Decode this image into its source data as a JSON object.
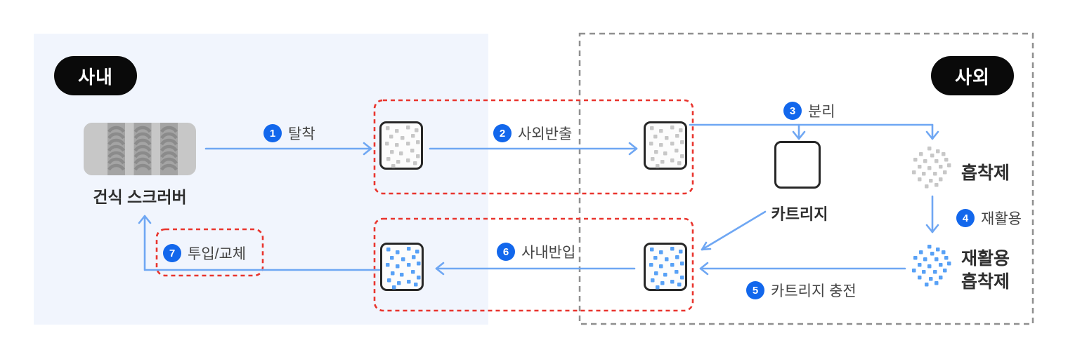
{
  "zones": {
    "inhouse_badge": "사내",
    "external_badge": "사외"
  },
  "scrubber": {
    "label": "건식 스크러버"
  },
  "steps": [
    {
      "num": "1",
      "label": "탈착"
    },
    {
      "num": "2",
      "label": "사외반출"
    },
    {
      "num": "3",
      "label": "분리"
    },
    {
      "num": "4",
      "label": "재활용"
    },
    {
      "num": "5",
      "label": "카트리지 충전"
    },
    {
      "num": "6",
      "label": "사내반입"
    },
    {
      "num": "7",
      "label": "투입/교체"
    }
  ],
  "labels": {
    "cartridge": "카트리지",
    "adsorbent": "흡착제",
    "recycled_adsorbent_line1": "재활용",
    "recycled_adsorbent_line2": "흡착제"
  },
  "colors": {
    "accent_blue": "#1267ec",
    "arrow_blue": "#6fa7f3",
    "highlight_red": "#e9352e",
    "zone_dash_gray": "#8f8f8f",
    "inhouse_bg": "#f1f5fd",
    "badge_bg": "#0a0a0a",
    "dot_gray": "#c7c7c7",
    "dot_blue": "#58a1f6"
  }
}
